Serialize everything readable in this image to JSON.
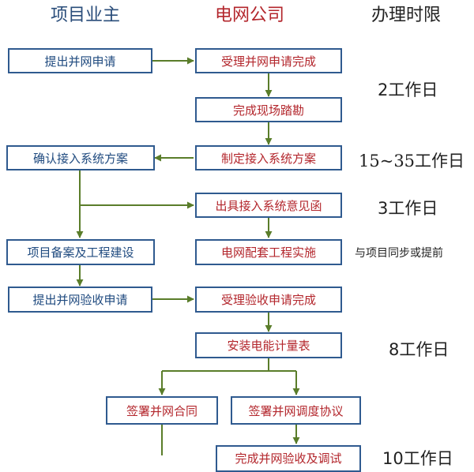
{
  "headers": {
    "owner": "项目业主",
    "grid": "电网公司",
    "time": "办理时限"
  },
  "boxes": {
    "apply": "提出并网申请",
    "accept_apply": "受理并网申请完成",
    "survey": "完成现场踏勘",
    "confirm_plan": "确认接入系统方案",
    "make_plan": "制定接入系统方案",
    "opinion_letter": "出具接入系统意见函",
    "filing_build": "项目备案及工程建设",
    "grid_project": "电网配套工程实施",
    "apply_acceptance": "提出并网验收申请",
    "accept_acceptance": "受理验收申请完成",
    "meter": "安装电能计量表",
    "sign_contract": "签署并网合同",
    "sign_dispatch": "签署并网调度协议",
    "acceptance_debug": "完成并网验收及调试"
  },
  "durations": {
    "d1": "2工作日",
    "d2": "15~35工作日",
    "d3": "3工作日",
    "d4": "与项目同步或提前",
    "d5": "8工作日",
    "d6": "10工作日"
  }
}
